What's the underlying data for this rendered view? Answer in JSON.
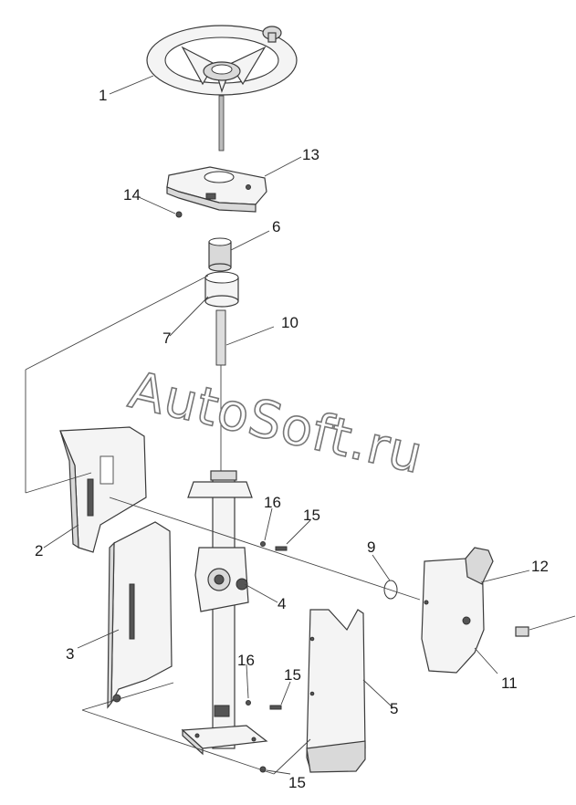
{
  "watermark": "AutoSoft.ru",
  "callouts": [
    {
      "id": "1",
      "text": "1"
    },
    {
      "id": "2",
      "text": "2"
    },
    {
      "id": "3",
      "text": "3"
    },
    {
      "id": "4",
      "text": "4"
    },
    {
      "id": "5",
      "text": "5"
    },
    {
      "id": "6",
      "text": "6"
    },
    {
      "id": "7",
      "text": "7"
    },
    {
      "id": "9",
      "text": "9"
    },
    {
      "id": "10",
      "text": "10"
    },
    {
      "id": "11",
      "text": "11"
    },
    {
      "id": "12",
      "text": "12"
    },
    {
      "id": "13",
      "text": "13"
    },
    {
      "id": "14",
      "text": "14"
    },
    {
      "id": "15a",
      "text": "15"
    },
    {
      "id": "15b",
      "text": "15"
    },
    {
      "id": "15c",
      "text": "15"
    },
    {
      "id": "16a",
      "text": "16"
    },
    {
      "id": "16b",
      "text": "16"
    }
  ]
}
